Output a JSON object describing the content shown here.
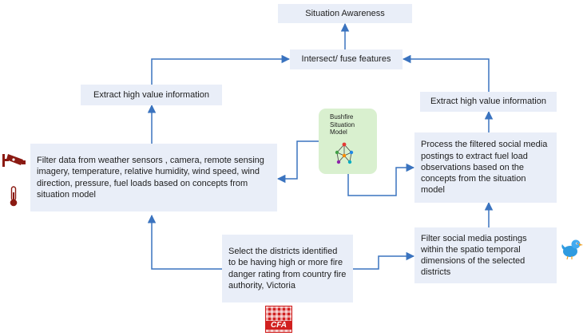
{
  "boxes": {
    "situation_awareness": "Situation Awareness",
    "intersect_fuse": "Intersect/ fuse features",
    "extract_left": "Extract high value information",
    "extract_right": "Extract high value information",
    "filter_sensors": "Filter data from weather sensors , camera, remote sensing imagery, temperature, relative humidity, wind speed, wind direction, pressure, fuel loads based on concepts from  situation model",
    "process_social": "Process the filtered social media postings to extract fuel load observations based on the concepts from the situation model",
    "filter_social": "Filter social media postings within the spatio temporal dimensions of the selected districts",
    "select_districts": "Select the districts identified to be having high or more fire danger rating from country fire authority, Victoria"
  },
  "model": {
    "line1": "Bushfire",
    "line2": "Situation",
    "line3": "Model"
  },
  "logos": {
    "cfa": "CFA"
  },
  "icons": [
    "cctv-camera-icon",
    "thermometer-icon",
    "twitter-bird-icon",
    "network-graph-icon",
    "cfa-logo"
  ],
  "colors": {
    "box_fill": "#e9eef8",
    "arrow": "#3a73bf",
    "model_fill": "#d9f0cf",
    "cfa_red": "#d1201f"
  }
}
